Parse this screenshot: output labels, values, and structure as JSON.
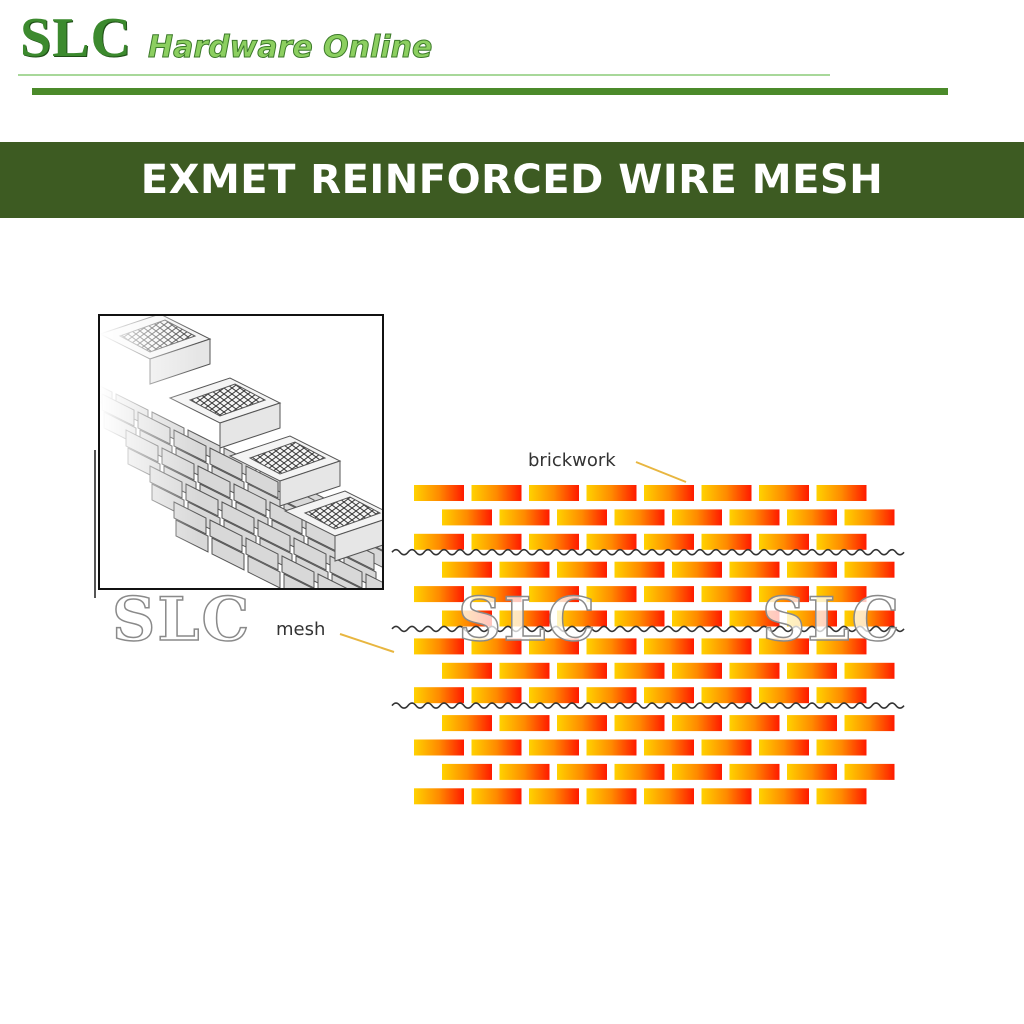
{
  "header": {
    "logo_main": "SLC",
    "logo_sub": "Hardware Online",
    "brand_green": "#3c8a2e",
    "accent_green": "#4b8a2a"
  },
  "banner": {
    "title": "EXMET REINFORCED WIRE MESH",
    "background": "#3d5b22"
  },
  "diagram": {
    "labels": {
      "brickwork": "brickwork",
      "mesh": "mesh"
    },
    "courses": 13,
    "bricks_per_course": 8,
    "mesh_after_courses": [
      3,
      6,
      9
    ],
    "brick_gradient": [
      "#ffd200",
      "#ff8a00",
      "#ff1a00"
    ]
  },
  "watermarks": [
    "SLC",
    "SLC",
    "SLC"
  ]
}
